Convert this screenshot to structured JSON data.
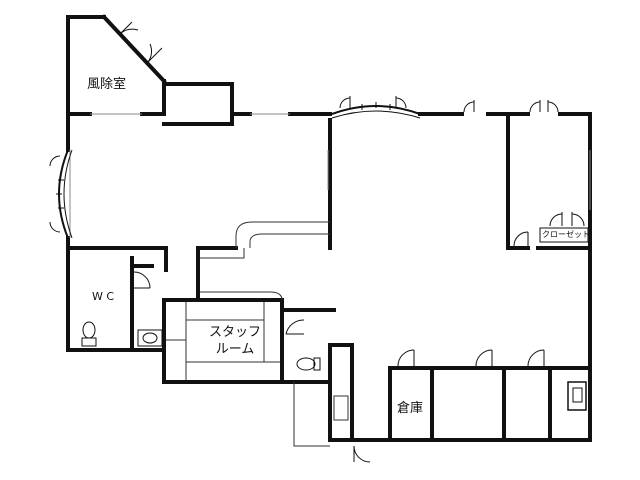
{
  "rooms": {
    "windbreak": "風除室",
    "wc": "W C",
    "staff_line1": "スタッフ",
    "staff_line2": "ルーム",
    "storage": "倉庫",
    "closet": "クローゼット"
  }
}
